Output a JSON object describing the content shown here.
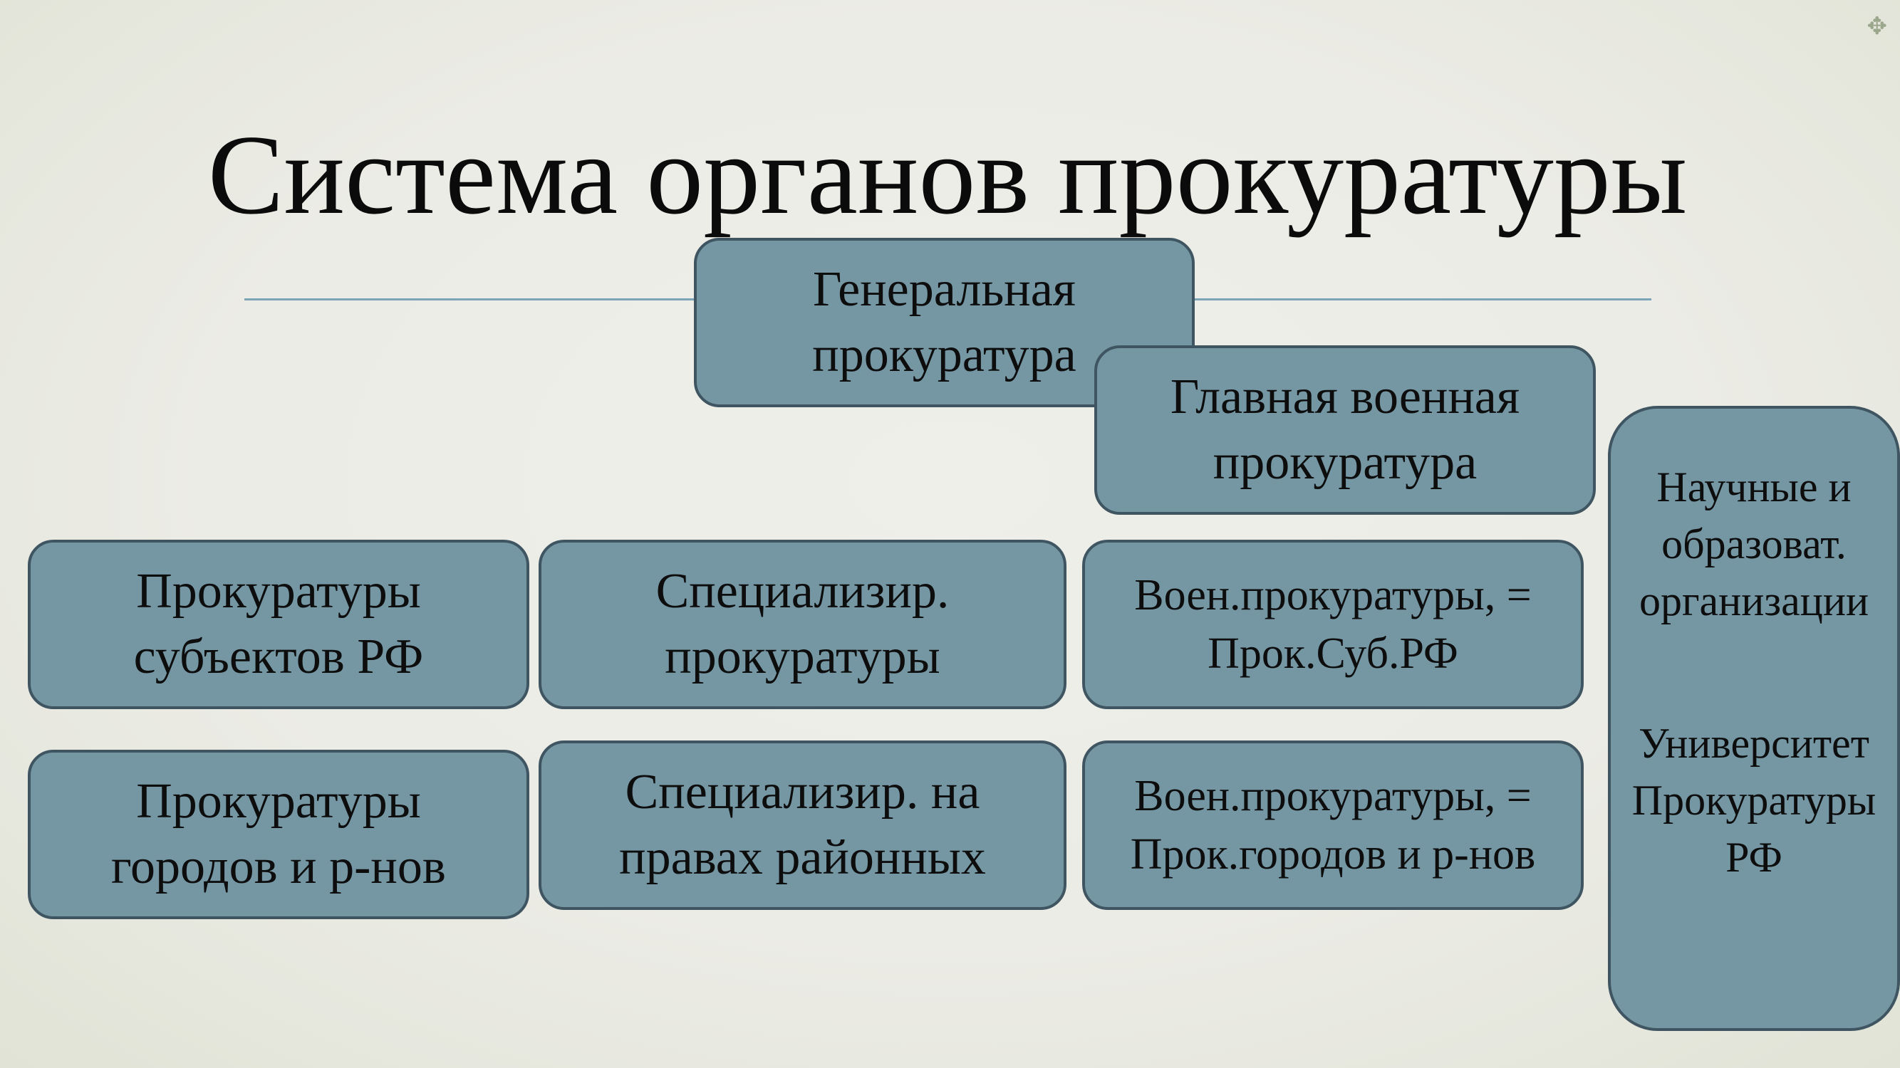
{
  "title": "Система органов прокуратуры",
  "boxes": {
    "general": "Генеральная\nпрокуратура",
    "military": "Главная военная\nпрокуратура",
    "subjects": "Прокуратуры\nсубъектов РФ",
    "specialized": "Специализир.\nпрокуратуры",
    "military_subjects": "Воен.прокуратуры, =\nПрок.Суб.РФ",
    "cities": "Прокуратуры\nгородов и р-нов",
    "specialized_district": "Специализир. на\nправах районных",
    "military_cities": "Воен.прокуратуры, =\nПрок.городов и р-нов",
    "science": "Научные и\nобразоват.\nорганизации",
    "university": "Университет\nПрокуратуры\nРФ"
  },
  "decor": {
    "corner_icon": "four-point-star-icon",
    "corner_glyph": "✥",
    "box_fill": "#7597a4",
    "box_border": "#3f5662",
    "rule_color": "#7ea4b8"
  }
}
